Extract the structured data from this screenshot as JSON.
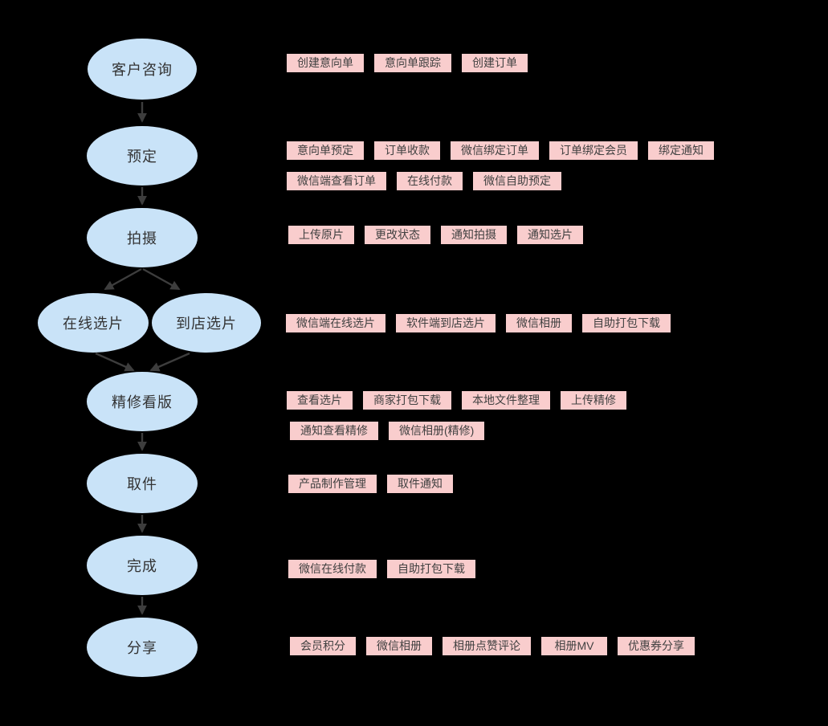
{
  "diagram": {
    "colors": {
      "background": "#000000",
      "node_fill": "#C9E3F8",
      "node_text": "#333333",
      "tag_fill": "#F9CDCD",
      "tag_text": "#414141",
      "arrow": "#3D3D3D"
    },
    "stages": [
      {
        "id": "customer-inquiry",
        "label": "客户咨询",
        "tag_rows": [
          [
            "创建意向单",
            "意向单跟踪",
            "创建订单"
          ]
        ]
      },
      {
        "id": "booking",
        "label": "预定",
        "tag_rows": [
          [
            "意向单预定",
            "订单收款",
            "微信绑定订单",
            "订单绑定会员",
            "绑定通知"
          ],
          [
            "微信端查看订单",
            "在线付款",
            "微信自助预定"
          ]
        ]
      },
      {
        "id": "shooting",
        "label": "拍摄",
        "tag_rows": [
          [
            "上传原片",
            "更改状态",
            "通知拍摄",
            "通知选片"
          ]
        ]
      },
      {
        "id": "photo-selection",
        "branch_labels": [
          "在线选片",
          "到店选片"
        ],
        "tag_rows": [
          [
            "微信端在线选片",
            "软件端到店选片",
            "微信相册",
            "自助打包下载"
          ]
        ]
      },
      {
        "id": "retouch-review",
        "label": "精修看版",
        "tag_rows": [
          [
            "查看选片",
            "商家打包下载",
            "本地文件整理",
            "上传精修"
          ],
          [
            "通知查看精修",
            "微信相册(精修)"
          ]
        ]
      },
      {
        "id": "pickup",
        "label": "取件",
        "tag_rows": [
          [
            "产品制作管理",
            "取件通知"
          ]
        ]
      },
      {
        "id": "complete",
        "label": "完成",
        "tag_rows": [
          [
            "微信在线付款",
            "自助打包下载"
          ]
        ]
      },
      {
        "id": "share",
        "label": "分享",
        "tag_rows": [
          [
            "会员积分",
            "微信相册",
            "相册点赞评论",
            "相册MV",
            "优惠券分享"
          ]
        ]
      }
    ]
  }
}
